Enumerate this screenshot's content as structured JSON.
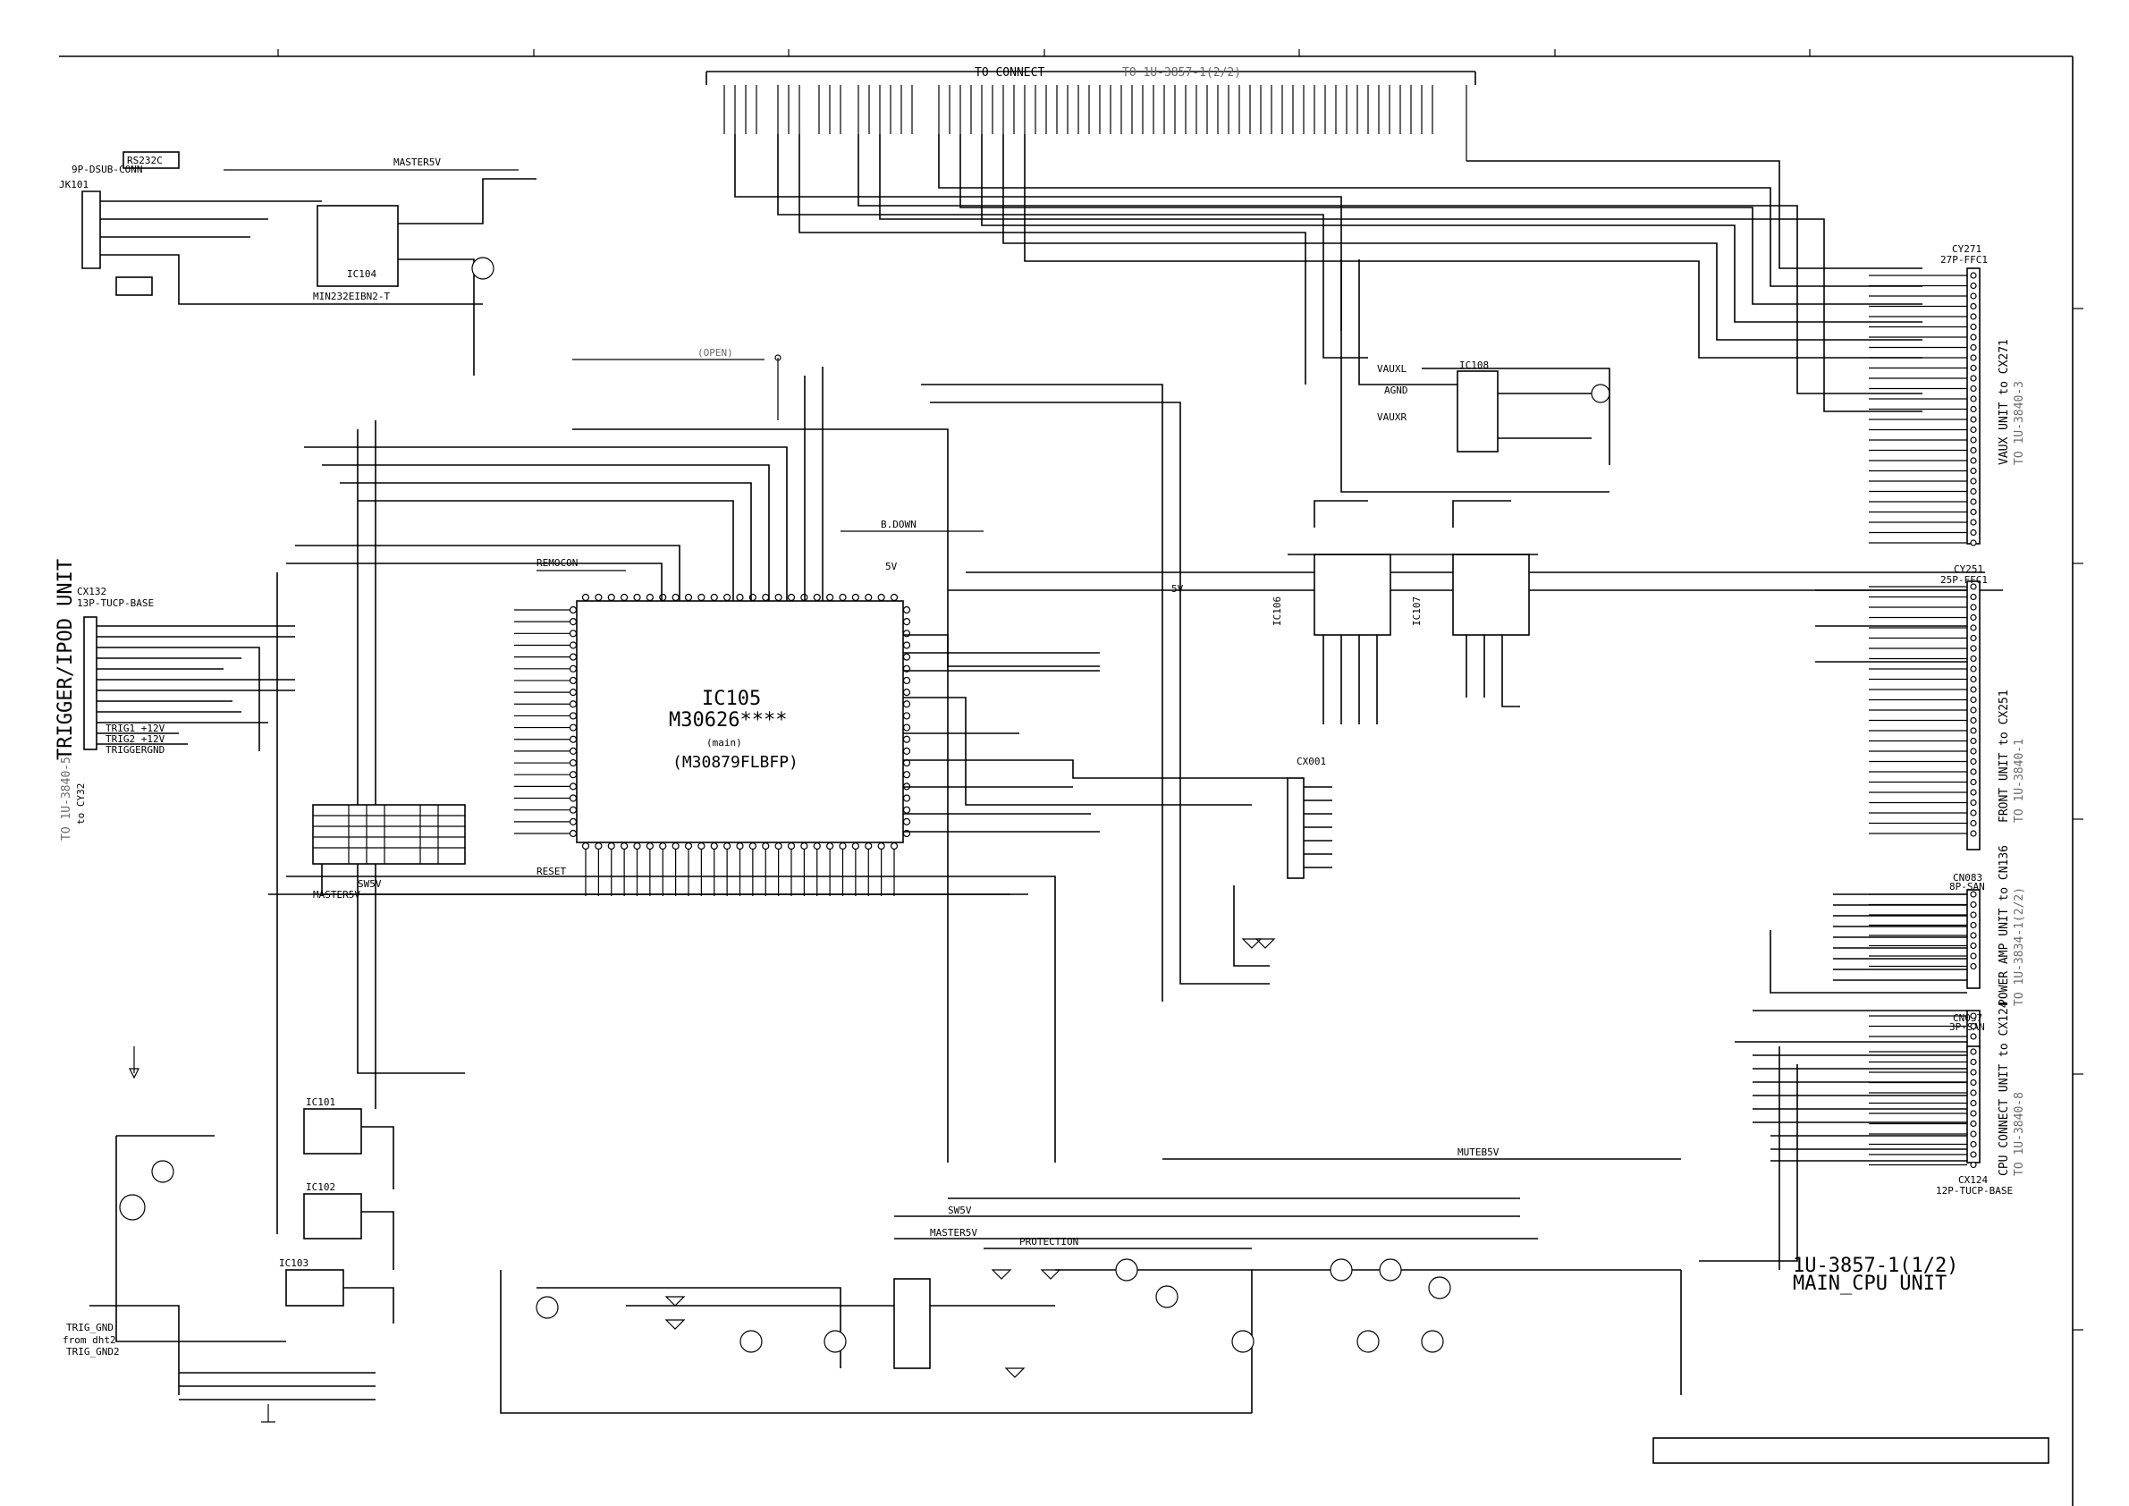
{
  "header": {
    "connect_label": "TO CONNECT",
    "connect_target": "TO 1U-3857-1(2/2)"
  },
  "ic105": {
    "ref": "IC105",
    "part": "M30626****",
    "note": "(main)",
    "alt_part": "(M30879FLBFP)"
  },
  "left_unit": {
    "title": "TRIGGER/IPOD UNIT",
    "target": "TO 1U-3840-5",
    "via": "to CY32",
    "connector": "CX132",
    "connector_type": "13P-TUCP-BASE"
  },
  "rs232": {
    "label": "RS232C",
    "jack": "JK101",
    "jack_type": "9P-DSUB-CONN",
    "ic": "IC104",
    "ic_part": "MIN232EIBN2-T"
  },
  "right_connectors": [
    {
      "ref": "CY271",
      "type": "27P-FFC1",
      "target_line1": "VAUX UNIT to CX271",
      "target_line2": "TO 1U-3840-3"
    },
    {
      "ref": "CY251",
      "type": "25P-FFC1",
      "target_line1": "FRONT UNIT to CX251",
      "target_line2": "TO 1U-3840-1"
    },
    {
      "ref": "CN083",
      "type": "8P-SAN",
      "target_line1": "POWER AMP UNIT to CN136",
      "target_line2": "TO 1U-3834-1(2/2)"
    },
    {
      "ref": "CN037",
      "type": "3P-SAN",
      "target_line1": "",
      "target_line2": ""
    },
    {
      "ref": "CX124",
      "type": "12P-TUCP-BASE",
      "target_line1": "CPU CONNECT UNIT to CX124",
      "target_line2": "TO 1U-3840-8"
    }
  ],
  "title_block": {
    "line1": "1U-3857-1(1/2)",
    "line2": "MAIN_CPU UNIT"
  },
  "labels": {
    "open": "(OPEN)",
    "remocon": "REMOCON",
    "reset": "RESET",
    "b_down": "B.DOWN",
    "master5v": "MASTER5V",
    "sw5v": "SW5V",
    "fivev": "5V",
    "protection": "PROTECTION",
    "muteb5v": "MUTEB5V",
    "from_dht2": "from dht2",
    "trig_gnd": "TRIG_GND",
    "trig_gnd2": "TRIG_GND2",
    "ic101": "IC101",
    "ic102": "IC102",
    "ic103": "IC103",
    "ic106": "IC106",
    "ic107": "IC107",
    "ic108": "IC108",
    "cx001": "CX001",
    "trig1": "TRIG1 +12V",
    "trig2": "TRIG2 +12V",
    "triggergnd": "TRIGGERGND",
    "vauxl": "VAUXL",
    "vauxr": "VAUXR",
    "agnd": "AGND"
  }
}
